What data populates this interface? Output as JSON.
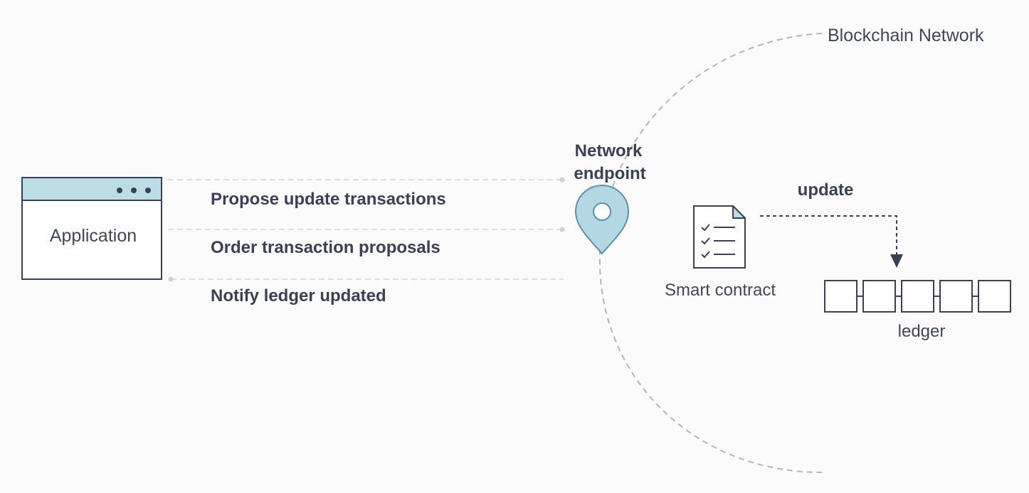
{
  "network": {
    "title": "Blockchain Network"
  },
  "endpoint": {
    "line1": "Network",
    "line2": "endpoint"
  },
  "application": {
    "label": "Application"
  },
  "flows": [
    {
      "label": "Propose update transactions"
    },
    {
      "label": "Order transaction proposals"
    },
    {
      "label": "Notify ledger updated"
    }
  ],
  "contract": {
    "label": "Smart contract"
  },
  "update": {
    "label": "update"
  },
  "ledger": {
    "label": "ledger",
    "block_count": 5
  },
  "colors": {
    "accent": "#bcdce6",
    "outline": "#3a4156",
    "pin": "#b3d8e4",
    "pin_stroke": "#5a90a8",
    "dashed": "#b8b8b8"
  }
}
